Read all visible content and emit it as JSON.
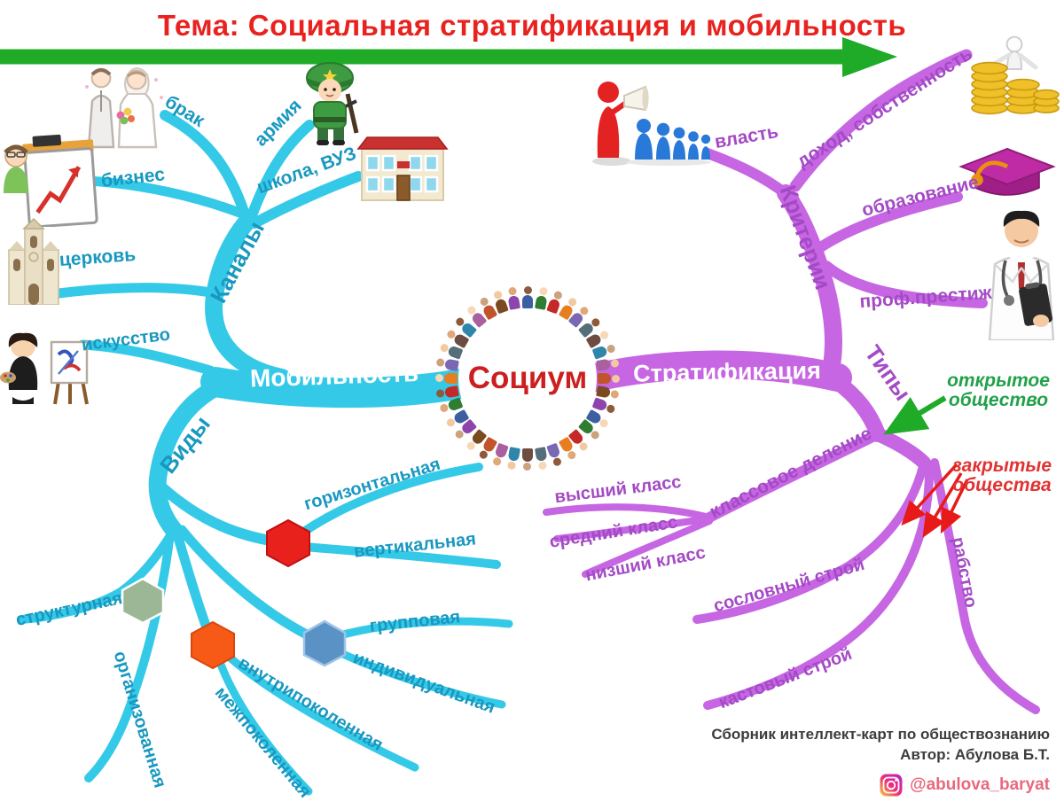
{
  "title": "Тема: Социальная стратификация и мобильность",
  "center": {
    "label": "Социум"
  },
  "mobility": {
    "label": "Мобильность",
    "channels": {
      "label": "Каналы",
      "brak": "брак",
      "armiya": "армия",
      "shkola": "школа, ВУЗ",
      "biznes": "бизнес",
      "cerkov": "церковь",
      "iskusstvo": "искусство"
    },
    "kinds": {
      "label": "Виды",
      "gorizontalnaya": "горизонтальная",
      "vertikalnaya": "вертикальная",
      "strukturnaya": "структурная",
      "organizovannaya": "организованная",
      "mezhpokolennaya": "межпоколенная",
      "vnutripokolennaya": "внутрипоколенная",
      "gruppovaya": "групповая",
      "individualnaya": "индивидуальная"
    }
  },
  "stratification": {
    "label": "Стратификация",
    "criteria": {
      "label": "Критерии",
      "vlast": "власть",
      "dohod": "доход, собственность",
      "obrazovanie": "образование",
      "prestizh": "проф.престиж"
    },
    "types": {
      "label": "Типы",
      "klassovoe": "классовое деление",
      "vysshy": "высший класс",
      "sredny": "средний класс",
      "nizshy": "низший класс",
      "soslovny": "сословный строй",
      "kastovy": "кастовый строй",
      "rabstvo": "рабство"
    },
    "annotations": {
      "open": "открытое\nобщество",
      "closed": "закрытые\nобщества"
    }
  },
  "credits": {
    "line1": "Сборник интеллект-карт по обществознанию",
    "line2": "Автор: Абулова Б.Т.",
    "instagram": "@abulova_baryat"
  },
  "icons": {
    "wedding": "wedding-couple-icon",
    "soldier": "soldier-icon",
    "school": "school-building-icon",
    "business": "business-chart-icon",
    "church": "church-icon",
    "artist": "artist-easel-icon",
    "leader": "leader-megaphone-icon",
    "coins": "coins-icon",
    "graduation": "graduation-cap-icon",
    "doctor": "doctor-icon",
    "instagram": "instagram-icon",
    "people_ring": "people-circle"
  },
  "colors": {
    "mobility_branch": "#35c9e8",
    "mobility_text": "#1898c0",
    "stratification_branch": "#c666e2",
    "stratification_text": "#a44ac6",
    "title_red": "#e8231f",
    "arrow_green": "#1faa28",
    "open_green": "#21a14a",
    "closed_red": "#e23333",
    "hex_red": "#e8211c",
    "hex_sage": "#9cb795",
    "hex_orange": "#f75a17",
    "hex_blue": "#5b92c6"
  }
}
